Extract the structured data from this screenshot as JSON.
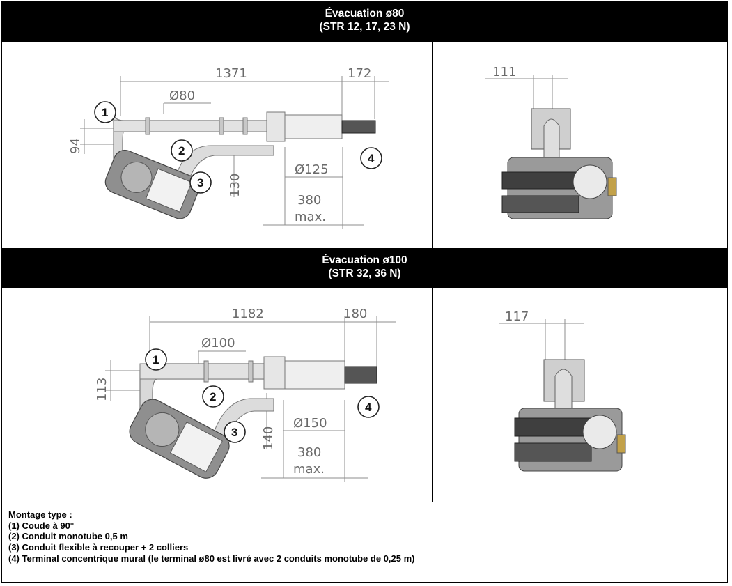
{
  "section_top": {
    "title": "Évacuation ø80",
    "subtitle": "(STR 12, 17, 23 N)",
    "dims": {
      "length": "1371",
      "terminal_length": "172",
      "diameter": "Ø80",
      "height": "94",
      "offset": "130",
      "terminal_diameter": "Ø125",
      "max_len": "380",
      "max_label": "max.",
      "side_width": "111"
    },
    "callouts": [
      "1",
      "2",
      "3",
      "4"
    ]
  },
  "section_bottom": {
    "title": "Évacuation ø100",
    "subtitle": "(STR 32, 36 N)",
    "dims": {
      "length": "1182",
      "terminal_length": "180",
      "diameter": "Ø100",
      "height": "113",
      "offset": "140",
      "terminal_diameter": "Ø150",
      "max_len": "380",
      "max_label": "max.",
      "side_width": "117"
    },
    "callouts": [
      "1",
      "2",
      "3",
      "4"
    ]
  },
  "legend": {
    "heading": "Montage type :",
    "items": [
      "(1) Coude à 90°",
      "(2) Conduit monotube 0,5 m",
      "(3) Conduit flexible à recouper + 2 colliers",
      "(4) Terminal concentrique mural (le terminal ø80 est livré avec 2 conduits monotube de 0,25 m)"
    ]
  },
  "colors": {
    "header_bg": "#000000",
    "header_text": "#ffffff",
    "drawing_grey": "#8c8c8c"
  }
}
